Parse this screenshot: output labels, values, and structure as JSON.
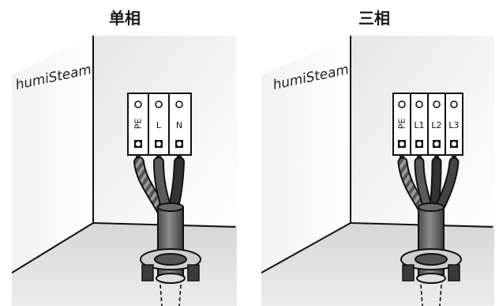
{
  "panels": [
    {
      "title": "单相",
      "brand": "humiSteam",
      "terminals": [
        {
          "label": "PE",
          "rotated": true
        },
        {
          "label": "L",
          "rotated": false
        },
        {
          "label": "N",
          "rotated": false
        }
      ]
    },
    {
      "title": "三相",
      "brand": "humiSteam",
      "terminals": [
        {
          "label": "PE",
          "rotated": true
        },
        {
          "label": "L1",
          "rotated": false
        },
        {
          "label": "L2",
          "rotated": false
        },
        {
          "label": "L3",
          "rotated": false
        }
      ]
    }
  ]
}
